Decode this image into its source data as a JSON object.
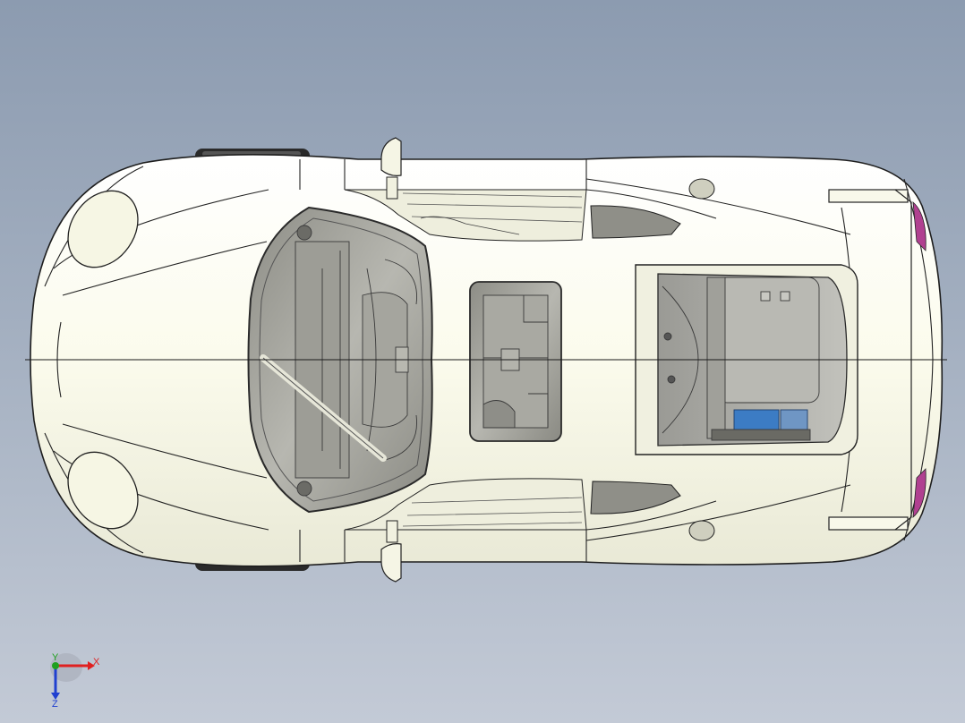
{
  "viewport": {
    "background_top": "#8c9bb0",
    "background_bottom": "#c3cad6"
  },
  "model": {
    "body_color": "#fbfbec",
    "edge_color": "#1e1e1e",
    "glass_color": "#9c9c95",
    "engine_bay_color": "#aeaeaa",
    "accent_blue": "#3c7cc4",
    "taillight_color": "#b04090",
    "centerline_color": "#1a1a1a"
  },
  "triad": {
    "x_label": "X",
    "y_label": "Y",
    "z_label": "Z",
    "x_color": "#e02020",
    "y_color": "#20a020",
    "z_color": "#2040d0"
  }
}
